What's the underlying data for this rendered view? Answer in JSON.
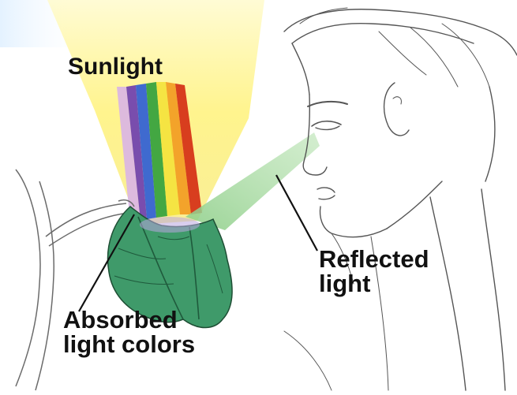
{
  "labels": {
    "sunlight": "Sunlight",
    "reflected": [
      "Reflected",
      "light"
    ],
    "absorbed": [
      "Absorbed",
      "light colors"
    ]
  },
  "colors": {
    "sunbeam": "#fff27a",
    "reflected_beam": "#9fd49a",
    "leaf": "#3f9a6a",
    "leaf_vein": "#1f5a3c",
    "outline": "#5a5a5a",
    "spectrum": [
      "#d9b4e6",
      "#6a3bb0",
      "#2a5bd6",
      "#2f9e3a",
      "#f4e23a",
      "#f29a1f",
      "#d42a12"
    ]
  },
  "icons": {
    "face": "face-sketch-icon",
    "leaf": "leaf-icon",
    "branch": "branch-icon"
  }
}
